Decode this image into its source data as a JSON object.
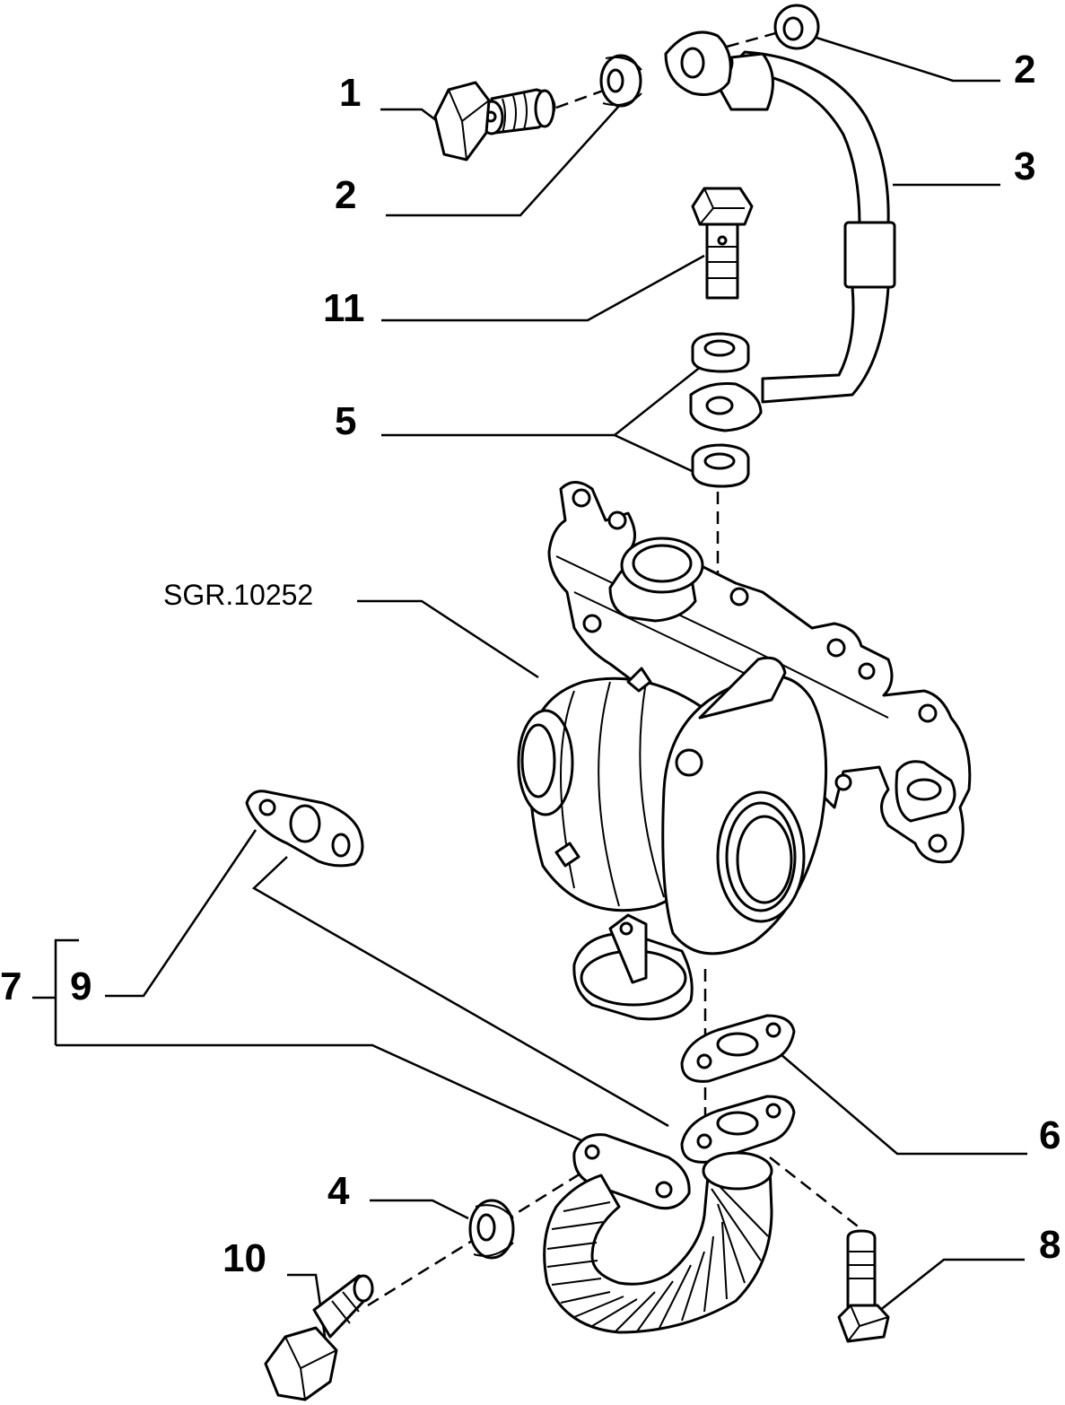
{
  "diagram": {
    "reference_code": "SGR.10252",
    "callouts": [
      {
        "id": "c1",
        "text": "1"
      },
      {
        "id": "c2a",
        "text": "2"
      },
      {
        "id": "c2b",
        "text": "2"
      },
      {
        "id": "c3",
        "text": "3"
      },
      {
        "id": "c11",
        "text": "11"
      },
      {
        "id": "c5",
        "text": "5"
      },
      {
        "id": "c7",
        "text": "7"
      },
      {
        "id": "c9",
        "text": "9"
      },
      {
        "id": "c6",
        "text": "6"
      },
      {
        "id": "c4",
        "text": "4"
      },
      {
        "id": "c10",
        "text": "10"
      },
      {
        "id": "c8",
        "text": "8"
      }
    ]
  }
}
